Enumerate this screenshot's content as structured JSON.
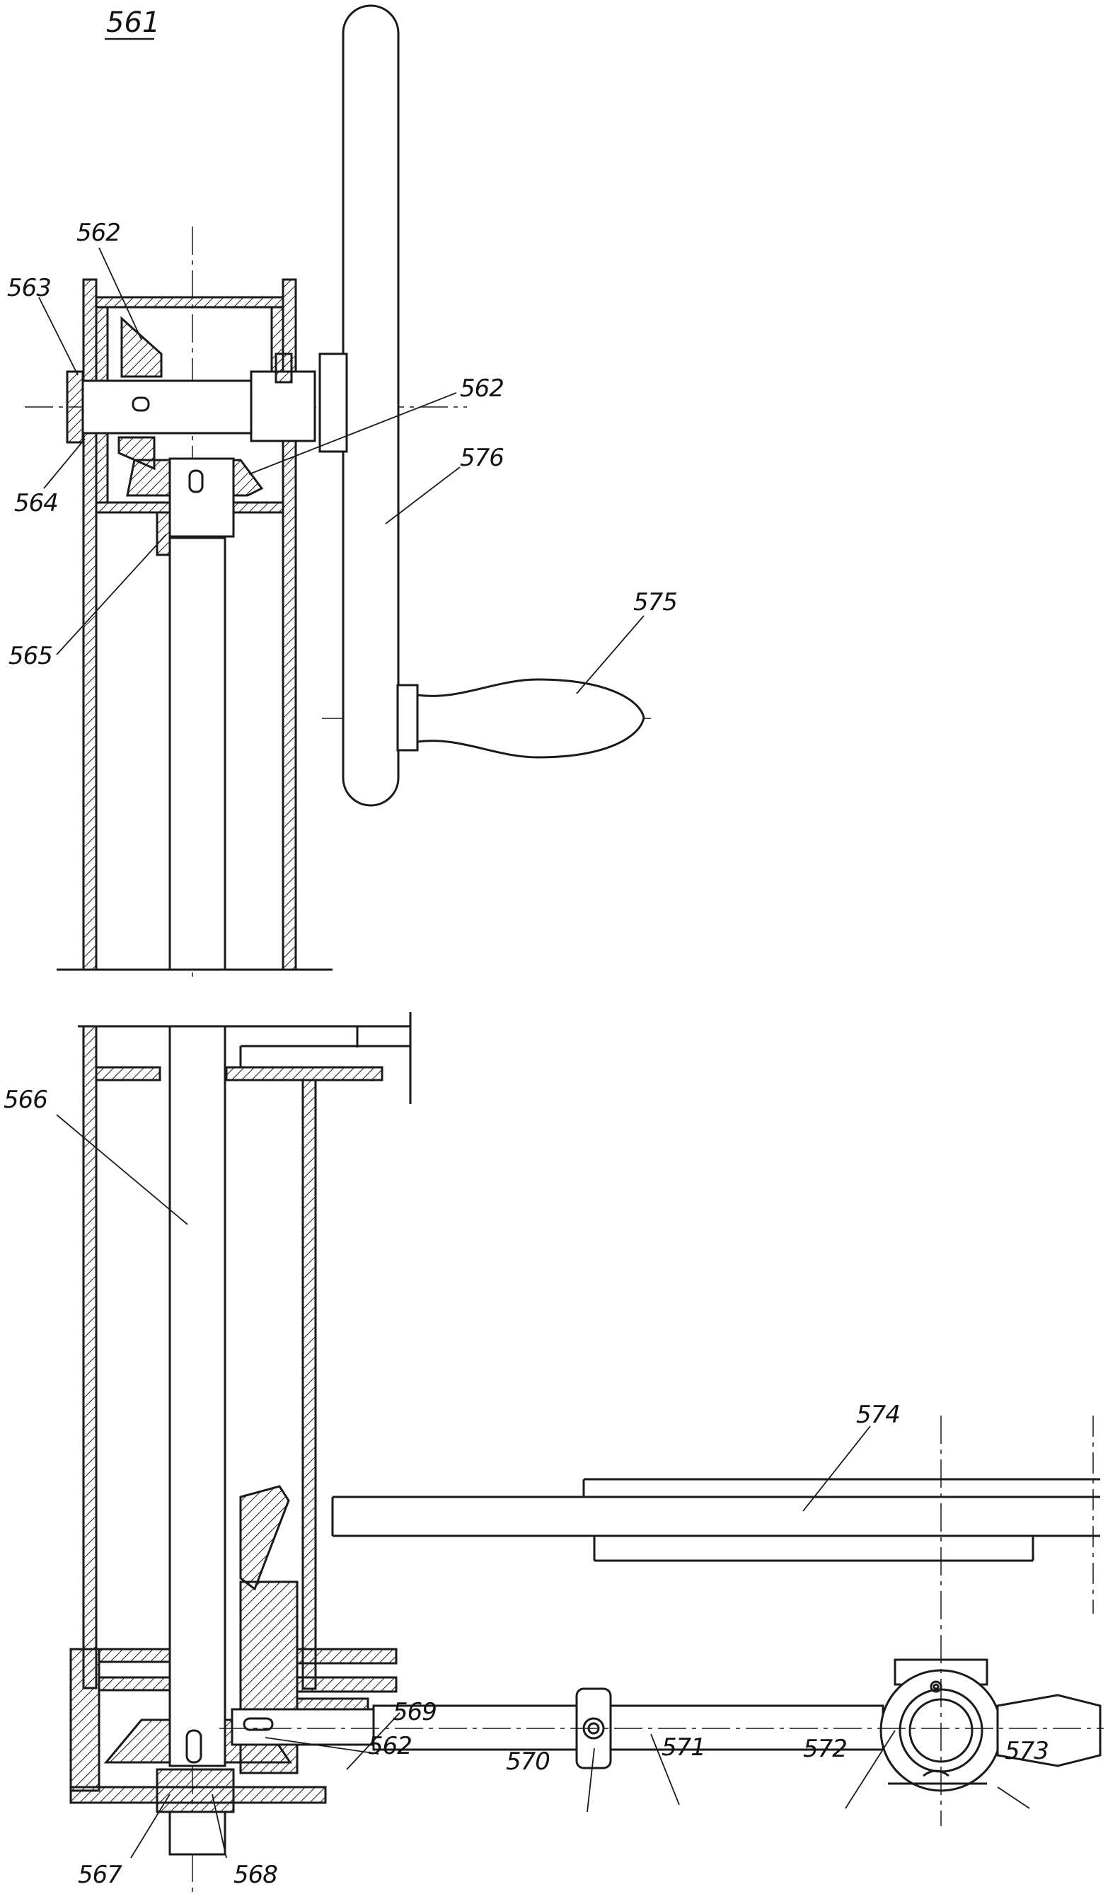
{
  "figure": {
    "number": "561",
    "line_color": "#1a1a1a",
    "paper_color": "#ffffff"
  },
  "labels": {
    "l562_top": "562",
    "l563": "563",
    "l564": "564",
    "l565": "565",
    "l562_right": "562",
    "l576": "576",
    "l575": "575",
    "l566": "566",
    "l574": "574",
    "l569": "569",
    "l562_bottom": "562",
    "l570": "570",
    "l571": "571",
    "l572": "572",
    "l573": "573",
    "l567": "567",
    "l568": "568"
  }
}
